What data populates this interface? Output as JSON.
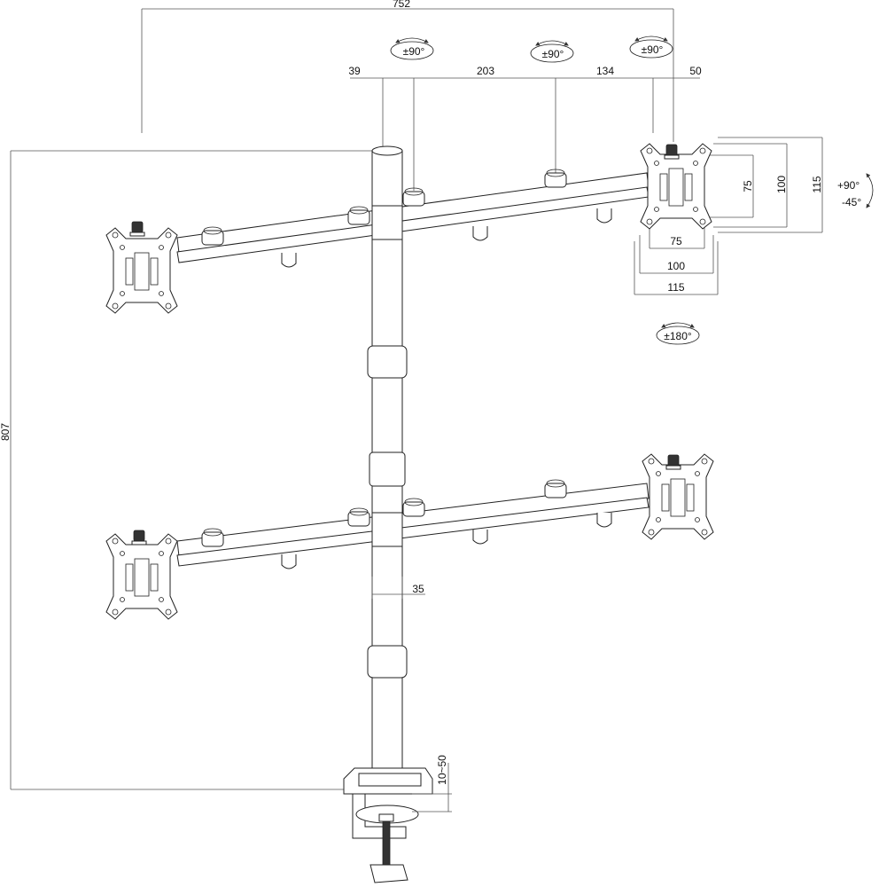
{
  "dimensions": {
    "overall_width": "752",
    "overall_height": "807",
    "seg_a": "39",
    "seg_b": "203",
    "seg_c": "134",
    "seg_d": "50",
    "pole_diameter": "35",
    "clamp_range": "10~50",
    "vesa_h_75": "75",
    "vesa_h_100": "100",
    "vesa_h_115": "115",
    "vesa_v_75": "75",
    "vesa_v_100": "100",
    "vesa_v_115": "115"
  },
  "rotations": {
    "arm_1": "±90°",
    "arm_2": "±90°",
    "arm_3": "±90°",
    "swivel": "±180°",
    "tilt_up": "+90°",
    "tilt_down": "-45°"
  },
  "colors": {
    "line": "#222222",
    "dimension": "#555555",
    "knob": "#333333"
  }
}
